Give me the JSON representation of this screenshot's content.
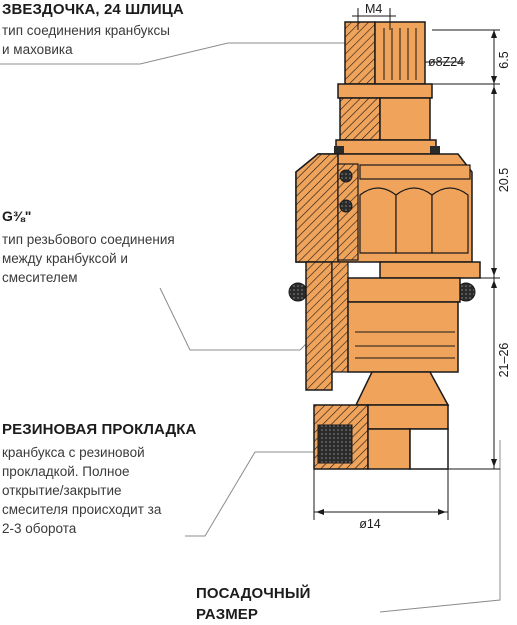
{
  "labels": {
    "spline": {
      "title": "ЗВЕЗДОЧКА, 24 ШЛИЦА",
      "lines": [
        "тип соединения кранбуксы",
        "и маховика"
      ]
    },
    "thread": {
      "title": "G⅜\"",
      "lines": [
        "тип резьбового соединения",
        "между кранбуксой и",
        "смесителем"
      ]
    },
    "gasket": {
      "title": "РЕЗИНОВАЯ ПРОКЛАДКА",
      "lines": [
        "кранбукса с резиновой",
        "прокладкой. Полное",
        "открытие/закрытие",
        "смесителя происходит за",
        "2-3 оборота"
      ]
    },
    "fit": {
      "lines": [
        "ПОСАДОЧНЫЙ",
        "РАЗМЕР"
      ]
    }
  },
  "dimensions": {
    "top_thread": "M4",
    "spline_diameter": "ø8Z24",
    "top_height": "6.5",
    "body_height": "20.5",
    "lower_height": "21–26",
    "base_diameter": "ø14"
  },
  "colors": {
    "brass": "#f0a35b",
    "outline": "#1a1a1a",
    "rubber": "#2b2b2b",
    "text": "#2a2a2a"
  }
}
